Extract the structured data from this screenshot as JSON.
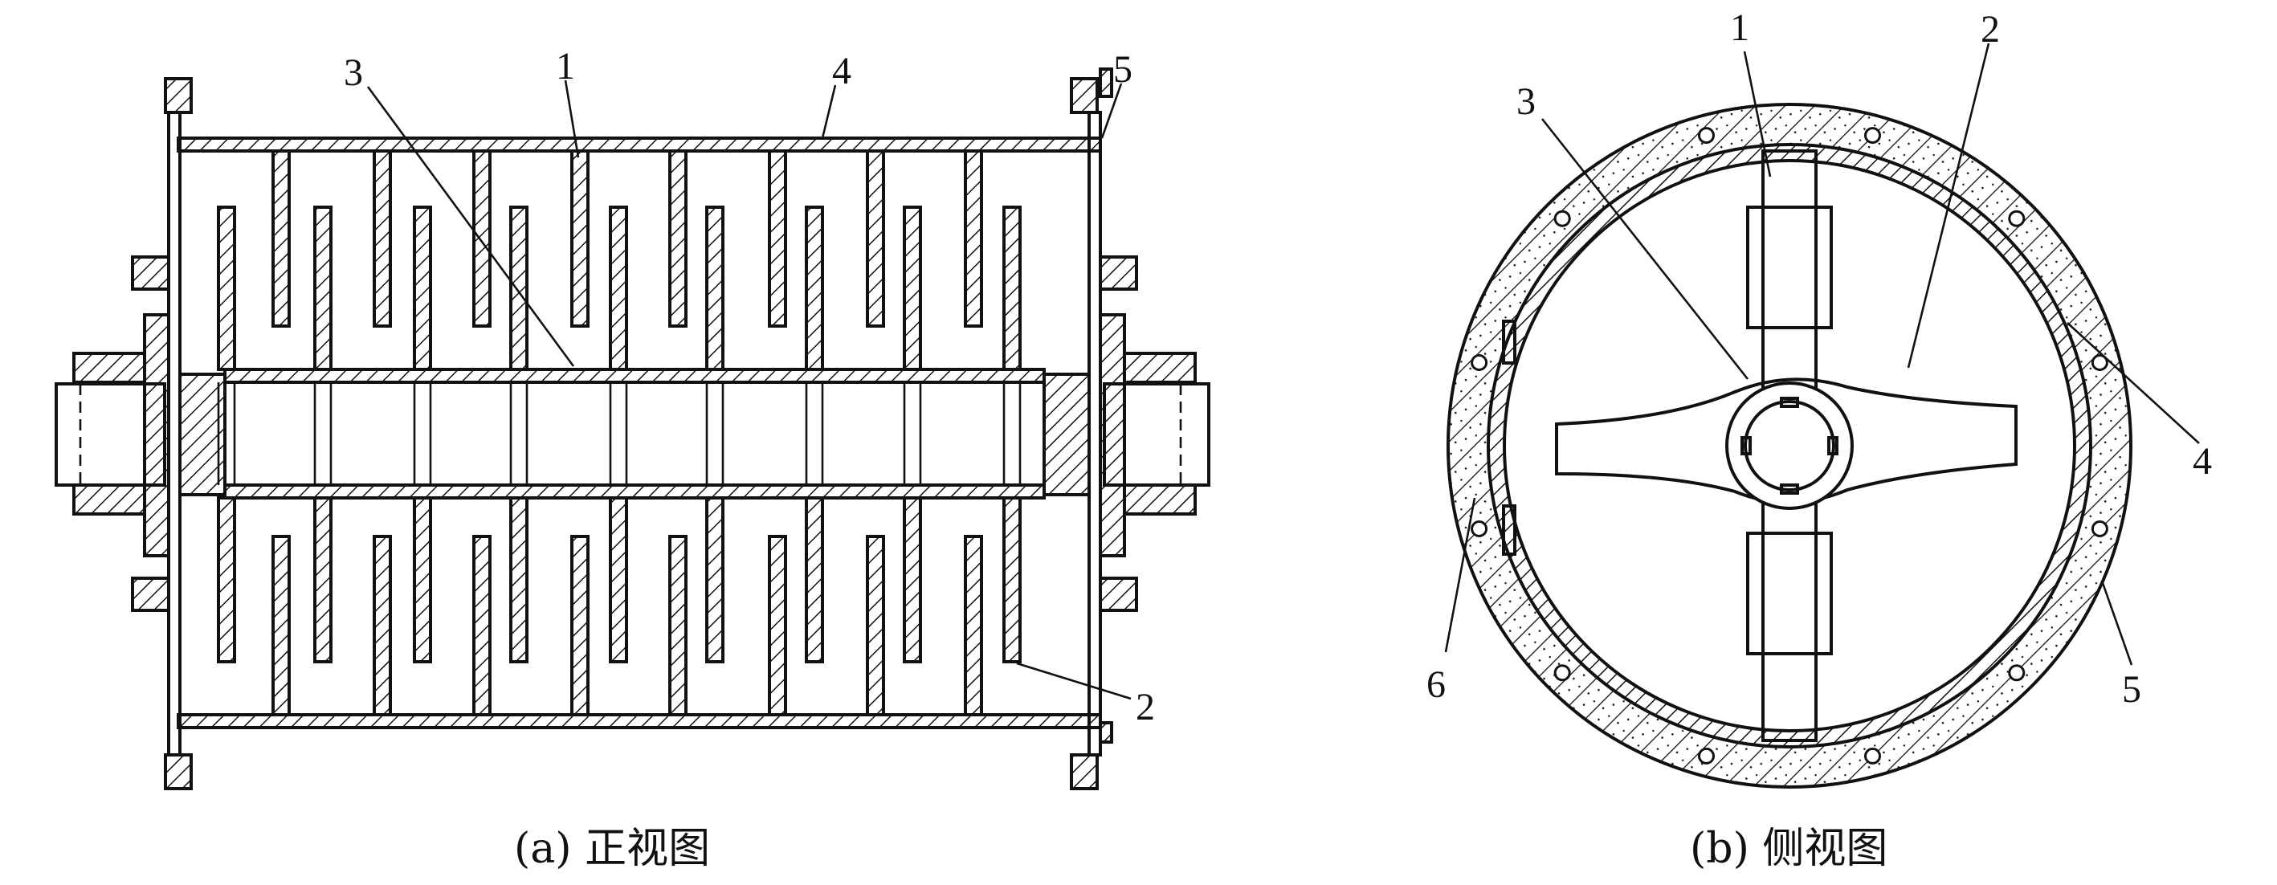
{
  "views": [
    {
      "id": "front",
      "caption": "(a) 正视图",
      "labels": [
        "1",
        "2",
        "3",
        "4",
        "5"
      ]
    },
    {
      "id": "side",
      "caption": "(b) 侧视图",
      "labels": [
        "1",
        "2",
        "3",
        "4",
        "5",
        "6"
      ]
    }
  ]
}
